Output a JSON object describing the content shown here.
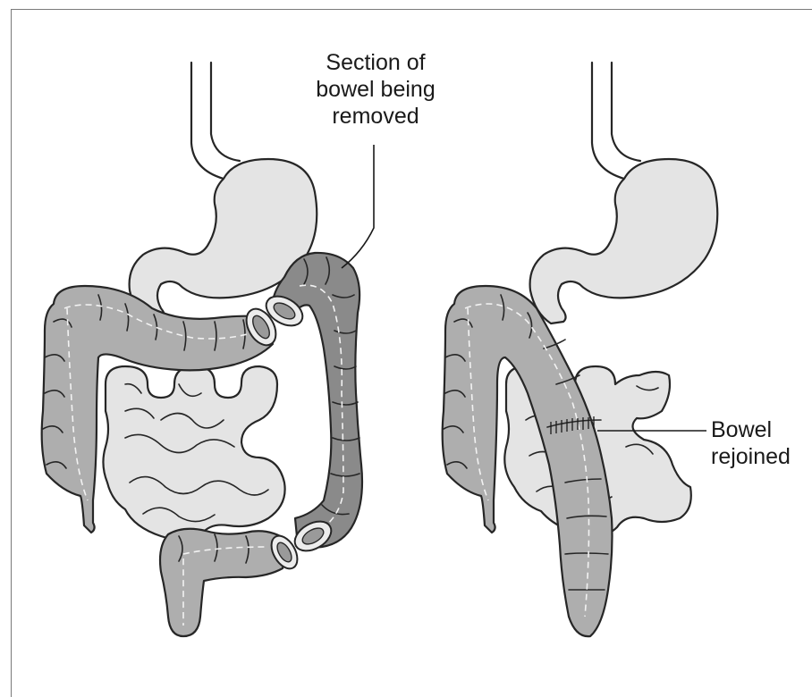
{
  "labels": {
    "removed": [
      "Section of",
      "bowel being",
      "removed"
    ],
    "rejoined": [
      "Bowel",
      "rejoined"
    ]
  },
  "icons": [
    "bowel-before-surgery-illustration",
    "bowel-after-surgery-illustration"
  ]
}
